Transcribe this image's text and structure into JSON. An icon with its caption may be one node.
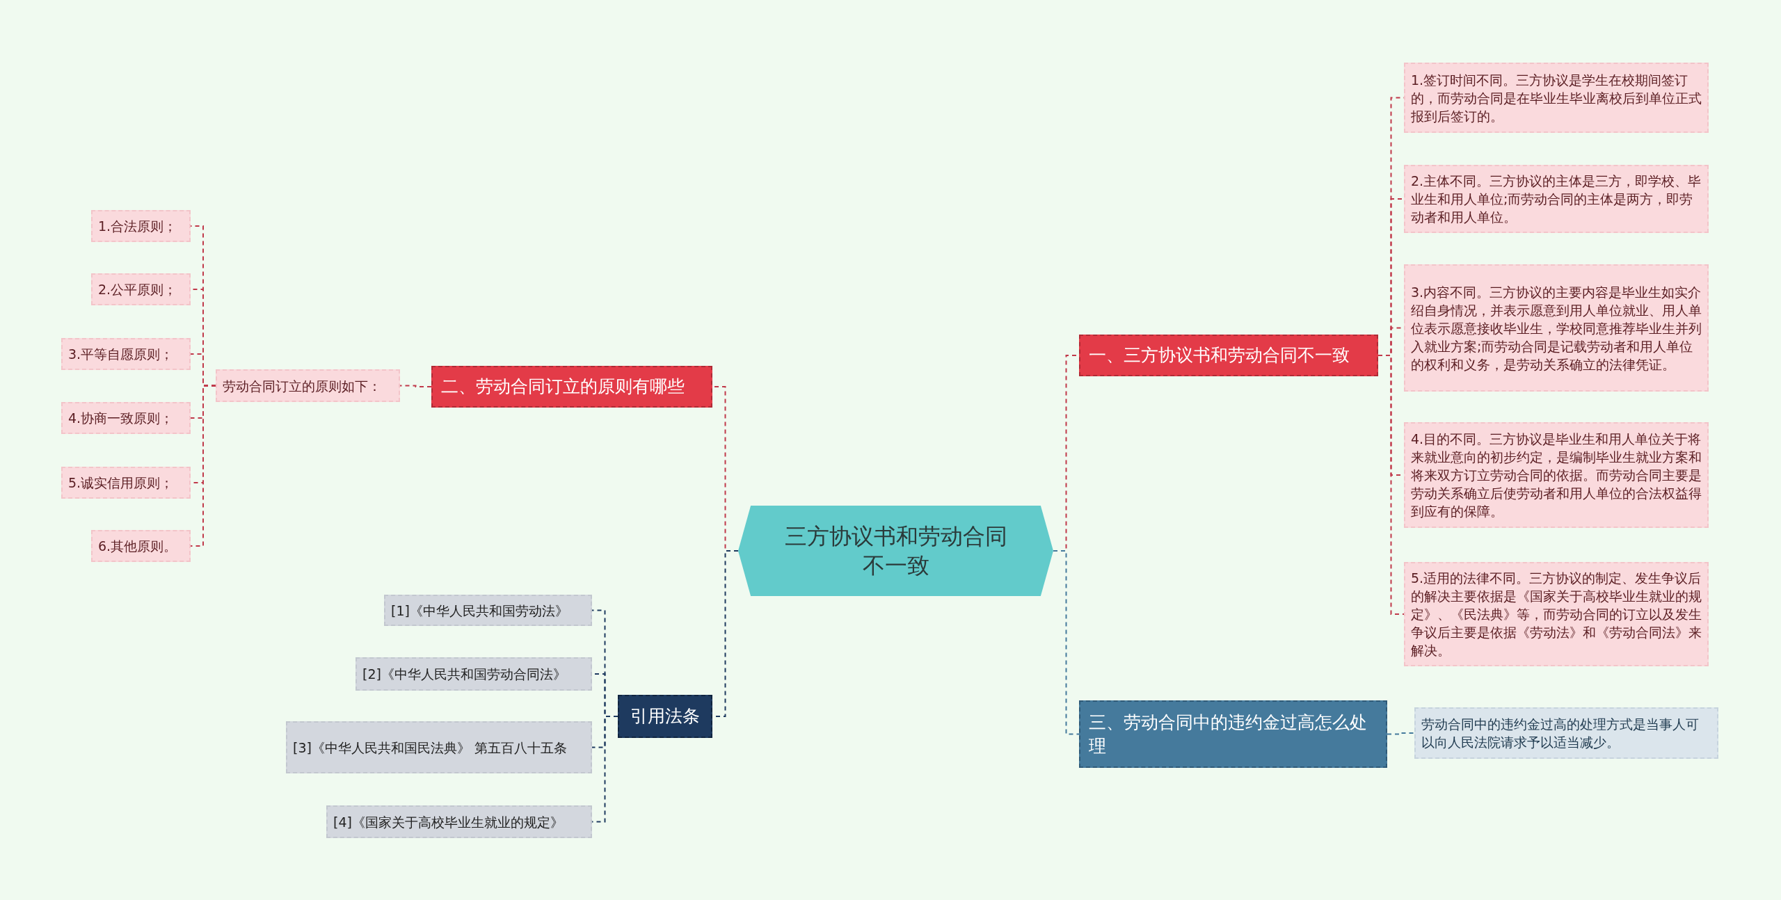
{
  "diagram": {
    "nodes": [
      {
        "text": [
          "三方协议书和劳动合同不一致"
        ]
      },
      {
        "text": [
          "一、三方协议书和劳动合同不一致"
        ]
      },
      {
        "text": [
          "1.签订时间不同。三方协议是学生在校期间签订的，而劳动合同是在毕业生毕业离校后到单位正式报到后签订的。"
        ]
      },
      {
        "text": [
          "2.主体不同。三方协议的主体是三方，即学校、毕业生和用人单位;而劳动合同的主体是两方，即劳动者和用人单位。"
        ]
      },
      {
        "text": [
          "3.内容不同。三方协议的主要内容是毕业生如实介绍自身情况，并表示愿意到用人单位就业、用人单位表示愿意接收毕业生，学校同意推荐毕业生并列入就业方案;而劳动合同是记载劳动者和用人单位的权利和义务，是劳动关系确立的法律凭证。"
        ]
      },
      {
        "text": [
          "4.目的不同。三方协议是毕业生和用人单位关于将来就业意向的初步约定，是编制毕业生就业方案和将来双方订立劳动合同的依据。而劳动合同主要是劳动关系确立后使劳动者和用人单位的合法权益得到应有的保障。"
        ]
      },
      {
        "text": [
          "5.适用的法律不同。三方协议的制定、发生争议后的解决主要依据是《国家关于高校毕业生就业的规定》、《民法典》等，而劳动合同的订立以及发生争议后主要是依据《劳动法》和《劳动合同法》来解决。"
        ]
      },
      {
        "text": [
          "三、劳动合同中的违约金过高怎么处理"
        ]
      },
      {
        "text": [
          "劳动合同中的违约金过高的处理方式是当事人可以向人民法院请求予以适当减少。"
        ]
      },
      {
        "text": [
          "二、劳动合同订立的原则有哪些"
        ]
      },
      {
        "text": [
          "劳动合同订立的原则如下："
        ]
      },
      {
        "text": [
          "1.合法原则；"
        ]
      },
      {
        "text": [
          "2.公平原则；"
        ]
      },
      {
        "text": [
          "3.平等自愿原则；"
        ]
      },
      {
        "text": [
          "4.协商一致原则；"
        ]
      },
      {
        "text": [
          "5.诚实信用原则；"
        ]
      },
      {
        "text": [
          "6.其他原则。"
        ]
      },
      {
        "text": [
          "引用法条"
        ]
      },
      {
        "text": [
          "[1]《中华人民共和国劳动法》"
        ]
      },
      {
        "text": [
          "[2]《中华人民共和国劳动合同法》"
        ]
      },
      {
        "text": [
          "[3]《中华人民共和国民法典》 第五百八十五条"
        ]
      },
      {
        "text": [
          "[4]《国家关于高校毕业生就业的规定》"
        ]
      }
    ],
    "edges": [
      {
        "from": 0,
        "to": 1,
        "arrow": "none"
      },
      {
        "from": 1,
        "to": 2,
        "arrow": "none"
      },
      {
        "from": 1,
        "to": 3,
        "arrow": "none"
      },
      {
        "from": 1,
        "to": 4,
        "arrow": "none"
      },
      {
        "from": 1,
        "to": 5,
        "arrow": "none"
      },
      {
        "from": 1,
        "to": 6,
        "arrow": "none"
      },
      {
        "from": 0,
        "to": 7,
        "arrow": "none",
        "color": "#457a9c"
      },
      {
        "from": 7,
        "to": 8,
        "arrow": "none",
        "color": "#457a9c"
      },
      {
        "from": 0,
        "to": 9,
        "arrow": "none"
      },
      {
        "from": 9,
        "to": 10,
        "arrow": "none"
      },
      {
        "from": 10,
        "to": 11,
        "arrow": "none"
      },
      {
        "from": 10,
        "to": 12,
        "arrow": "none"
      },
      {
        "from": 10,
        "to": 13,
        "arrow": "none"
      },
      {
        "from": 10,
        "to": 14,
        "arrow": "none"
      },
      {
        "from": 10,
        "to": 15,
        "arrow": "none"
      },
      {
        "from": 10,
        "to": 16,
        "arrow": "none"
      },
      {
        "from": 0,
        "to": 17,
        "arrow": "none",
        "color": "#1e3a5f"
      },
      {
        "from": 17,
        "to": 18,
        "arrow": "none",
        "color": "#1e3a5f"
      },
      {
        "from": 17,
        "to": 19,
        "arrow": "none",
        "color": "#1e3a5f"
      },
      {
        "from": 17,
        "to": 20,
        "arrow": "none",
        "color": "#1e3a5f"
      },
      {
        "from": 17,
        "to": 21,
        "arrow": "none",
        "color": "#1e3a5f"
      }
    ]
  }
}
